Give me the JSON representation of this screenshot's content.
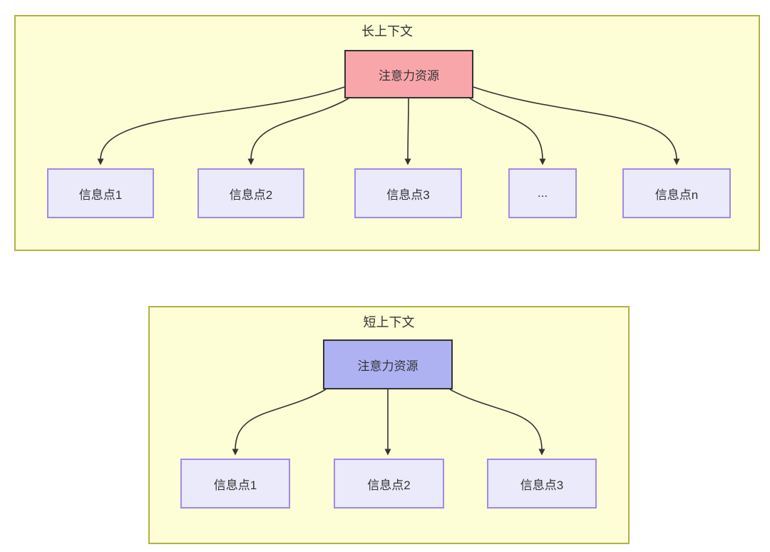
{
  "diagram": {
    "long_context": {
      "title": "长上下文",
      "attention_box": {
        "label": "注意力资源"
      },
      "info_points": [
        {
          "label": "信息点1"
        },
        {
          "label": "信息点2"
        },
        {
          "label": "信息点3"
        },
        {
          "label": "..."
        },
        {
          "label": "信息点n"
        }
      ]
    },
    "short_context": {
      "title": "短上下文",
      "attention_box": {
        "label": "注意力资源"
      },
      "info_points": [
        {
          "label": "信息点1"
        },
        {
          "label": "信息点2"
        },
        {
          "label": "信息点3"
        }
      ]
    },
    "colors": {
      "container_fill": "#fdfdd6",
      "container_border": "#b2b244",
      "long_attention_fill": "#f9a6ab",
      "short_attention_fill": "#aeb2f3",
      "attention_border": "#333333",
      "info_fill": "#eaeafb",
      "info_border": "#a18ae6",
      "arrow": "#333333",
      "text": "#333333"
    }
  }
}
